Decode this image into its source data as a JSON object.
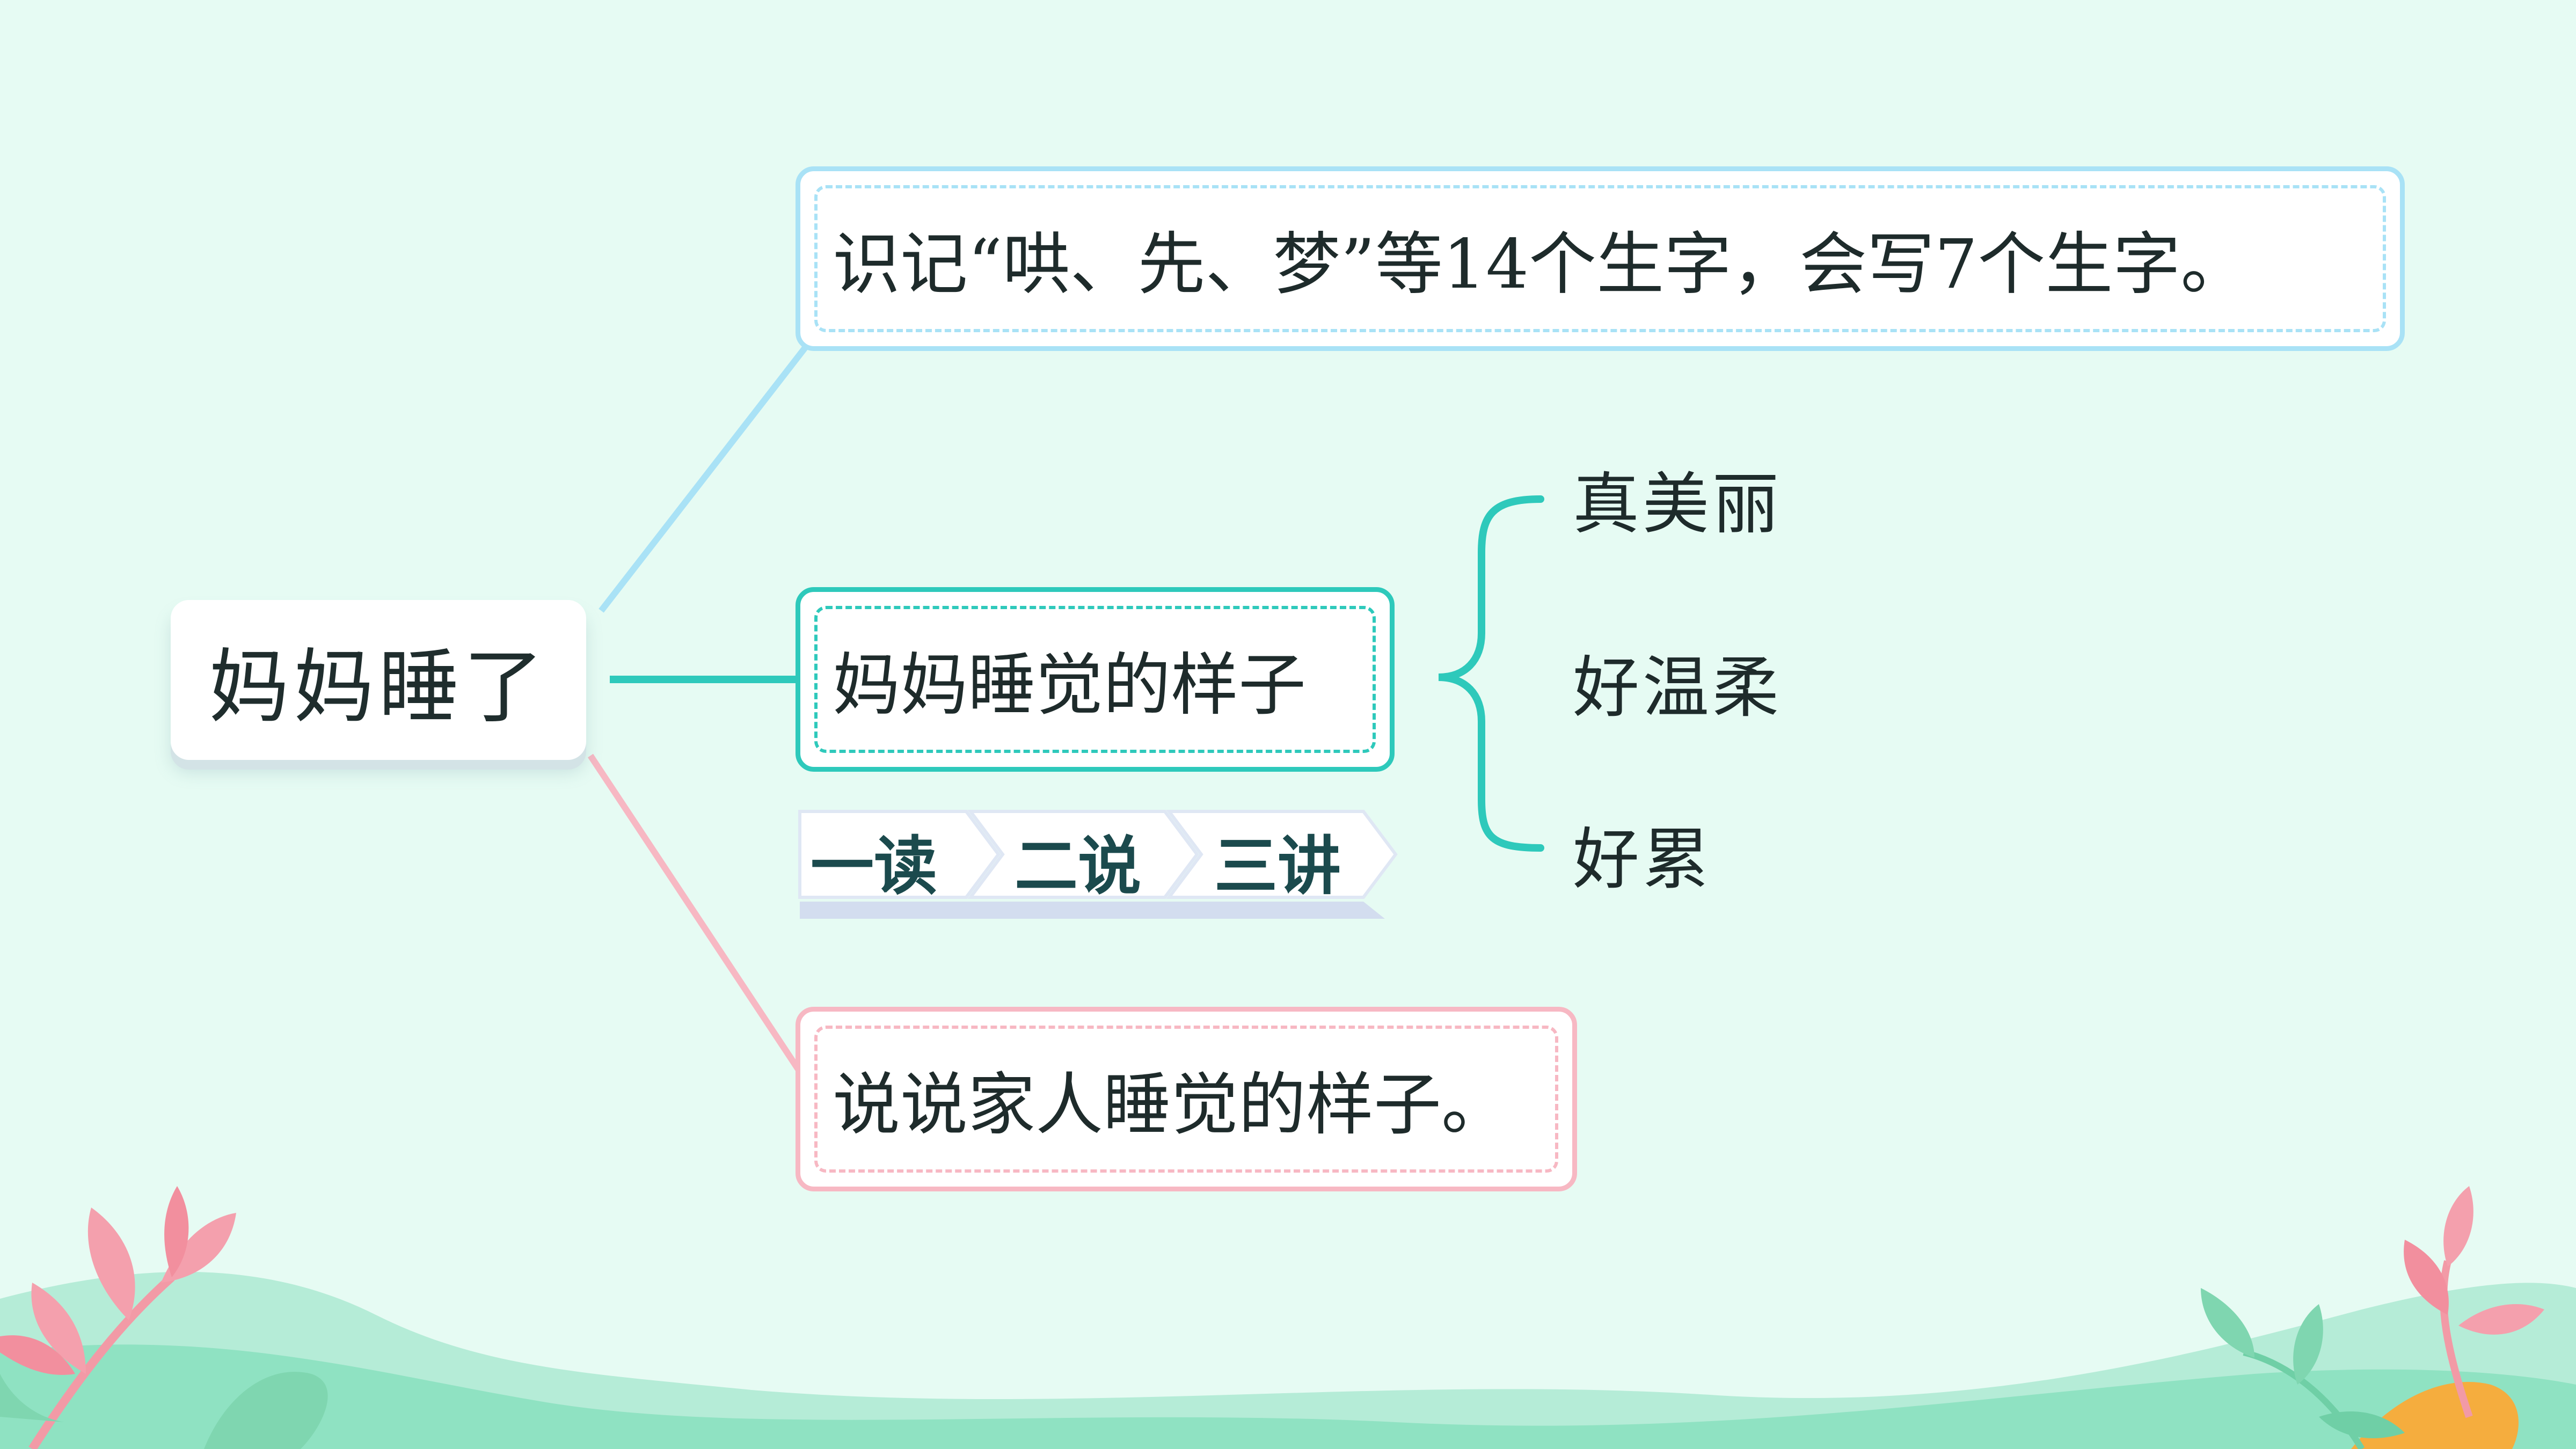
{
  "central_topic": "妈妈睡了",
  "branches": [
    {
      "text": "识记“哄、先、梦”等14个生字，会写7个生字。",
      "color": "#a9e2f6"
    },
    {
      "text": "妈妈睡觉的样子",
      "color": "#2ec9bb",
      "children": [
        "真美丽",
        "好温柔",
        "好累"
      ],
      "steps": [
        "一读",
        "二说",
        "三讲"
      ]
    },
    {
      "text": "说说家人睡觉的样子。",
      "color": "#f7b8c3"
    }
  ]
}
